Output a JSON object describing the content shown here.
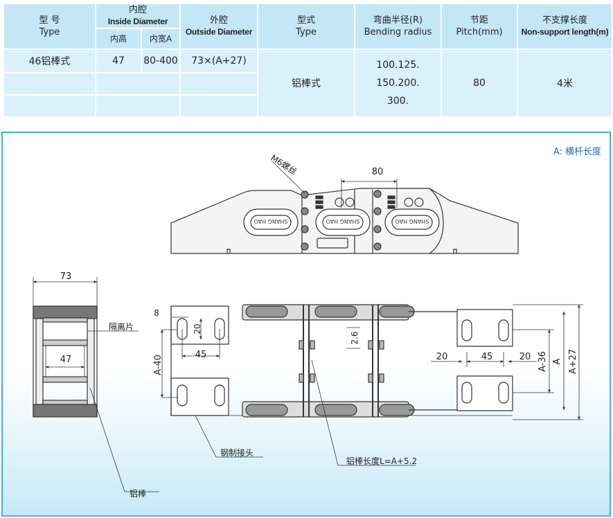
{
  "table": {
    "headers": {
      "model_cn": "型 号",
      "model_en": "Type",
      "inside_cn": "内腔",
      "inside_en": "Inside Diameter",
      "inside_height": "内高",
      "inside_width": "内宽A",
      "outside_cn": "外腔",
      "outside_en": "Outside Diameter",
      "style_cn": "型式",
      "style_en": "Type",
      "bend_cn": "弯曲半径(R)",
      "bend_en": "Bending radius",
      "pitch_cn": "节距",
      "pitch_en": "Pitch(mm)",
      "nosupport_cn": "不支撑长度",
      "nosupport_en": "Non-support length(m)"
    },
    "row": {
      "model": "46铝棒式",
      "inner_height": "47",
      "inner_width": "80-400",
      "outer": "73×(A+27)",
      "style": "铝棒式",
      "bend_1": "100.125.",
      "bend_2": "150.200.",
      "bend_3": "300.",
      "pitch": "80",
      "nosupport": "4米"
    }
  },
  "drawing": {
    "legend": "A: 横杆长度",
    "side_view": {
      "pitch_dim": "80",
      "screw_label": "M6螺丝",
      "logo_text": "SHANG HAO"
    },
    "end_view": {
      "width_dim": "73",
      "inner_dim": "47",
      "separator_label": "隔离片",
      "rod_label": "铝棒"
    },
    "top_view": {
      "dim_8": "8",
      "dim_20_slot": "20",
      "dim_45_left": "45",
      "dim_a40": "A-40",
      "dim_26": "2.6",
      "dim_20_right_a": "20",
      "dim_45_right": "45",
      "dim_20_right_b": "20",
      "dim_a36": "A-36",
      "dim_a": "A",
      "dim_a27": "A+27",
      "steel_label": "钢制接头",
      "rod_length_label": "铝棒长度L=A+5.2"
    }
  },
  "colors": {
    "header_bg": "#c3e7f7",
    "cell_bg": "#d9f1fb",
    "frame": "#3fb0e0",
    "legend": "#1a6fb5"
  }
}
